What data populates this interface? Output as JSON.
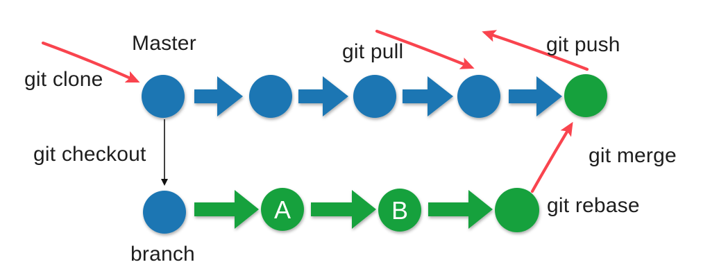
{
  "diagram": {
    "description": "git workflow diagram",
    "labels": {
      "clone": "git clone",
      "master": "Master",
      "pull": "git pull",
      "push": "git push",
      "checkout": "git checkout",
      "branch": "branch",
      "merge": "git merge",
      "rebase": "git rebase"
    },
    "nodes": {
      "commit_a": "A",
      "commit_b": "B"
    },
    "colors": {
      "commit_blue": "#1b76b3",
      "commit_green": "#16a13e",
      "annotation_red": "#f9444e",
      "checkout_black": "#111111",
      "text": "#1e1e1e",
      "background": "#ffffff"
    }
  }
}
